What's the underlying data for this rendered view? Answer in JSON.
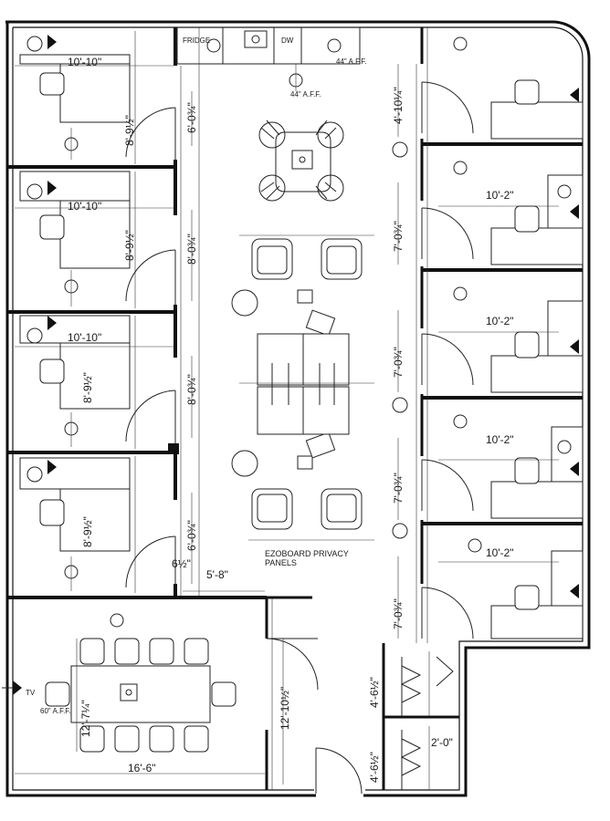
{
  "dimensions": {
    "office_top_width": "10'-10\"",
    "office_1_depth": "8'-9½\"",
    "office_2_width": "10'-10\"",
    "office_2_depth": "8'-9½\"",
    "office_3_width": "10'-10\"",
    "office_3_depth": "8'-9½\"",
    "office_4_depth": "8'-9½\"",
    "corridor_1": "6'-0¾\"",
    "corridor_2": "8'-0¾\"",
    "corridor_3": "8'-0¾\"",
    "corridor_4": "6'-0¾\"",
    "wall_gap": "6½\"",
    "opening": "5'-8\"",
    "right_office_1_depth": "4'-10¼\"",
    "right_office_2_width": "10'-2\"",
    "right_office_2_depth": "7'-0¾\"",
    "right_office_3_width": "10'-2\"",
    "right_office_3_depth": "7'-0¾\"",
    "right_office_4_width": "10'-2\"",
    "right_office_4_depth": "7'-0¾\"",
    "right_office_5_width": "10'-2\"",
    "right_office_5_depth": "7'-0¾\"",
    "conference_depth": "12'-7¼\"",
    "conference_width": "16'-6\"",
    "conference_wall": "12'-10½\"",
    "closet_1": "4'-6½\"",
    "closet_2": "4'-6½\"",
    "closet_width": "2'-0\""
  },
  "labels": {
    "fridge": "FRIDGE",
    "dishwasher": "DW",
    "aff_1": "44\" A.F.F.",
    "aff_2": "44\" A.F.F.",
    "tv": "TV",
    "tv_height": "60\" A.F.F.",
    "panels_line1": "EZOBOARD PRIVACY",
    "panels_line2": "PANELS"
  }
}
